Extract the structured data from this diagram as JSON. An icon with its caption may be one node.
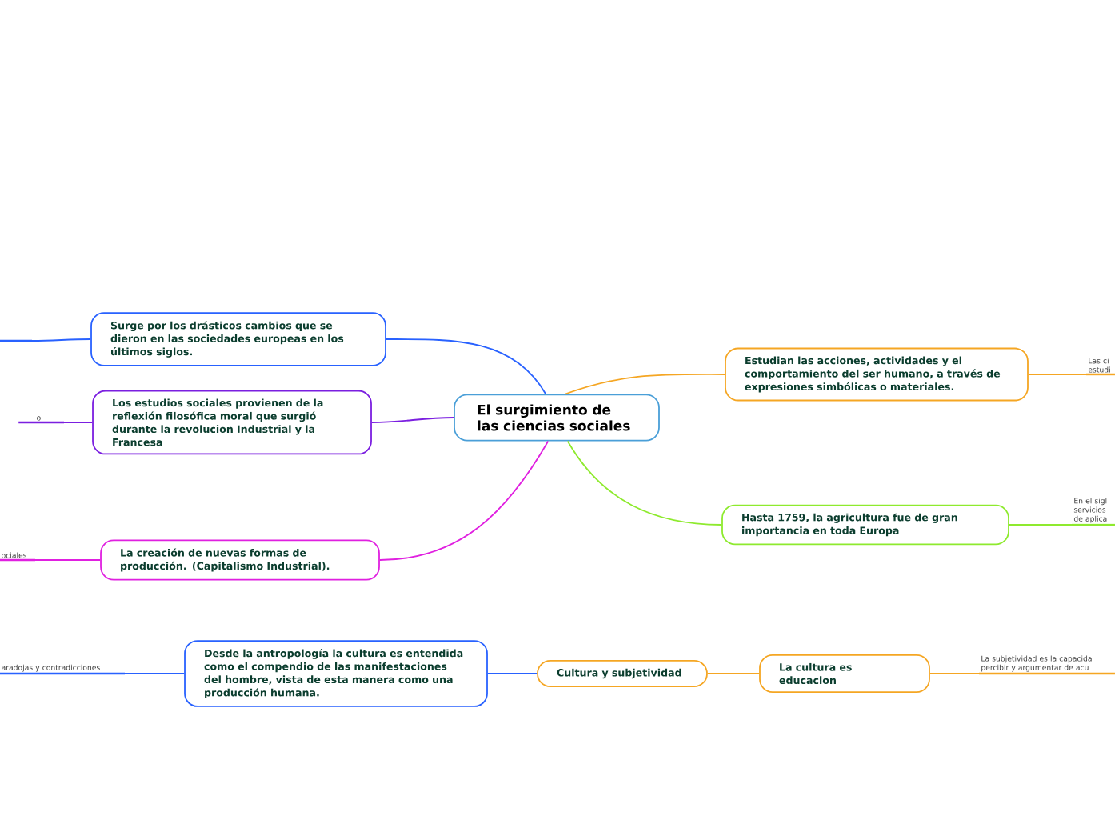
{
  "diagram": {
    "nodes": [
      {
        "text": [
          "El surgimiento de las ciencias sociales"
        ]
      },
      {
        "text": [
          "Surge por los drásticos cambios que se dieron en las sociedades europeas en los últimos siglos."
        ]
      },
      {
        "text": [
          "Los estudios sociales provienen de la reflexión filosófica moral que surgió durante la revolucion Industrial y la Francesa"
        ]
      },
      {
        "text": [
          "La creación de nuevas formas de producción. (Capitalismo Industrial)."
        ]
      },
      {
        "text": [
          "Estudian las acciones, actividades y el comportamiento del ser humano, a través de expresiones simbólicas o materiales."
        ]
      },
      {
        "text": [
          "Hasta 1759, la agricultura fue de gran importancia en toda Europa"
        ]
      },
      {
        "text": [
          "Cultura y subjetividad"
        ]
      },
      {
        "text": [
          "Desde la antropología la cultura es entendida como el compendio de las manifestaciones del hombre, vista de esta manera como una producción humana."
        ]
      },
      {
        "text": [
          "La cultura es educacion"
        ]
      },
      {
        "text": [],
        "shape": "bar"
      },
      {
        "text": [
          "o"
        ]
      },
      {
        "text": [
          "ociales"
        ]
      },
      {
        "text": [
          "aradojas y contradicciones"
        ]
      },
      {
        "text": [
          "Las ci estudi"
        ]
      },
      {
        "text": [
          "En el sigl servicios de aplica"
        ]
      },
      {
        "text": [
          "La subjetividad es la capacida percibir y argumentar de acu"
        ]
      }
    ],
    "edges": [
      {
        "from": 0,
        "to": 1,
        "arrow": "none",
        "color": "#2962ff"
      },
      {
        "from": 0,
        "to": 2,
        "arrow": "none",
        "color": "#7b1fe0"
      },
      {
        "from": 0,
        "to": 3,
        "arrow": "none",
        "color": "#e020e0"
      },
      {
        "from": 0,
        "to": 4,
        "arrow": "none",
        "color": "#f5a623"
      },
      {
        "from": 0,
        "to": 5,
        "arrow": "none",
        "color": "#8eea2e"
      },
      {
        "from": 6,
        "to": 7,
        "arrow": "none",
        "color": "#2962ff"
      },
      {
        "from": 6,
        "to": 8,
        "arrow": "none",
        "color": "#f5a623"
      },
      {
        "from": 1,
        "to": 9,
        "arrow": "none",
        "color": "#2962ff"
      },
      {
        "from": 2,
        "to": 10,
        "arrow": "none",
        "color": "#7b1fe0"
      },
      {
        "from": 3,
        "to": 11,
        "arrow": "none",
        "color": "#e020e0"
      },
      {
        "from": 7,
        "to": 12,
        "arrow": "none",
        "color": "#2962ff"
      },
      {
        "from": 4,
        "to": 13,
        "arrow": "none",
        "color": "#f5a623"
      },
      {
        "from": 5,
        "to": 14,
        "arrow": "none",
        "color": "#8eea2e"
      },
      {
        "from": 8,
        "to": 15,
        "arrow": "none",
        "color": "#f5a623"
      }
    ]
  }
}
